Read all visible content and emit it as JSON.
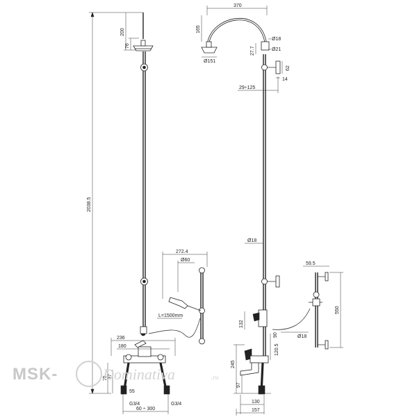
{
  "watermark": {
    "brand": "MSK-",
    "site": "Dominativa",
    "tld": ".ru"
  },
  "left_view": {
    "dims": {
      "total_height": "2038.5",
      "head_drop": "200",
      "head_depth": "76",
      "hand_width": "272.4",
      "hand_dia": "Ø60",
      "hose": "L=1500mm",
      "mixer_width": "236",
      "mixer_inner": "180",
      "d_75": "75",
      "d_97": "97",
      "spout_55": "55",
      "thread_left": "G3/4",
      "thread_right": "G3/4",
      "centres": "60 ÷ 300"
    }
  },
  "right_view": {
    "dims": {
      "arm_width": "370",
      "arm_height": "165",
      "pipe_dia_top": "Ø18",
      "conn_height": "27.7",
      "conn_dia": "Ø21",
      "head_dia": "Ø151",
      "bracket_62": "62",
      "bracket_14": "14",
      "wall_range": "29÷125",
      "riser_dia": "Ø18",
      "rail_offset": "59.5",
      "rail_length": "550",
      "valve_132": "132",
      "valve_90": "90",
      "hose_dia": "Ø18",
      "d_120": "120.5",
      "body_245": "245",
      "spout_97": "97",
      "base_130": "130",
      "base_157": "157"
    }
  }
}
